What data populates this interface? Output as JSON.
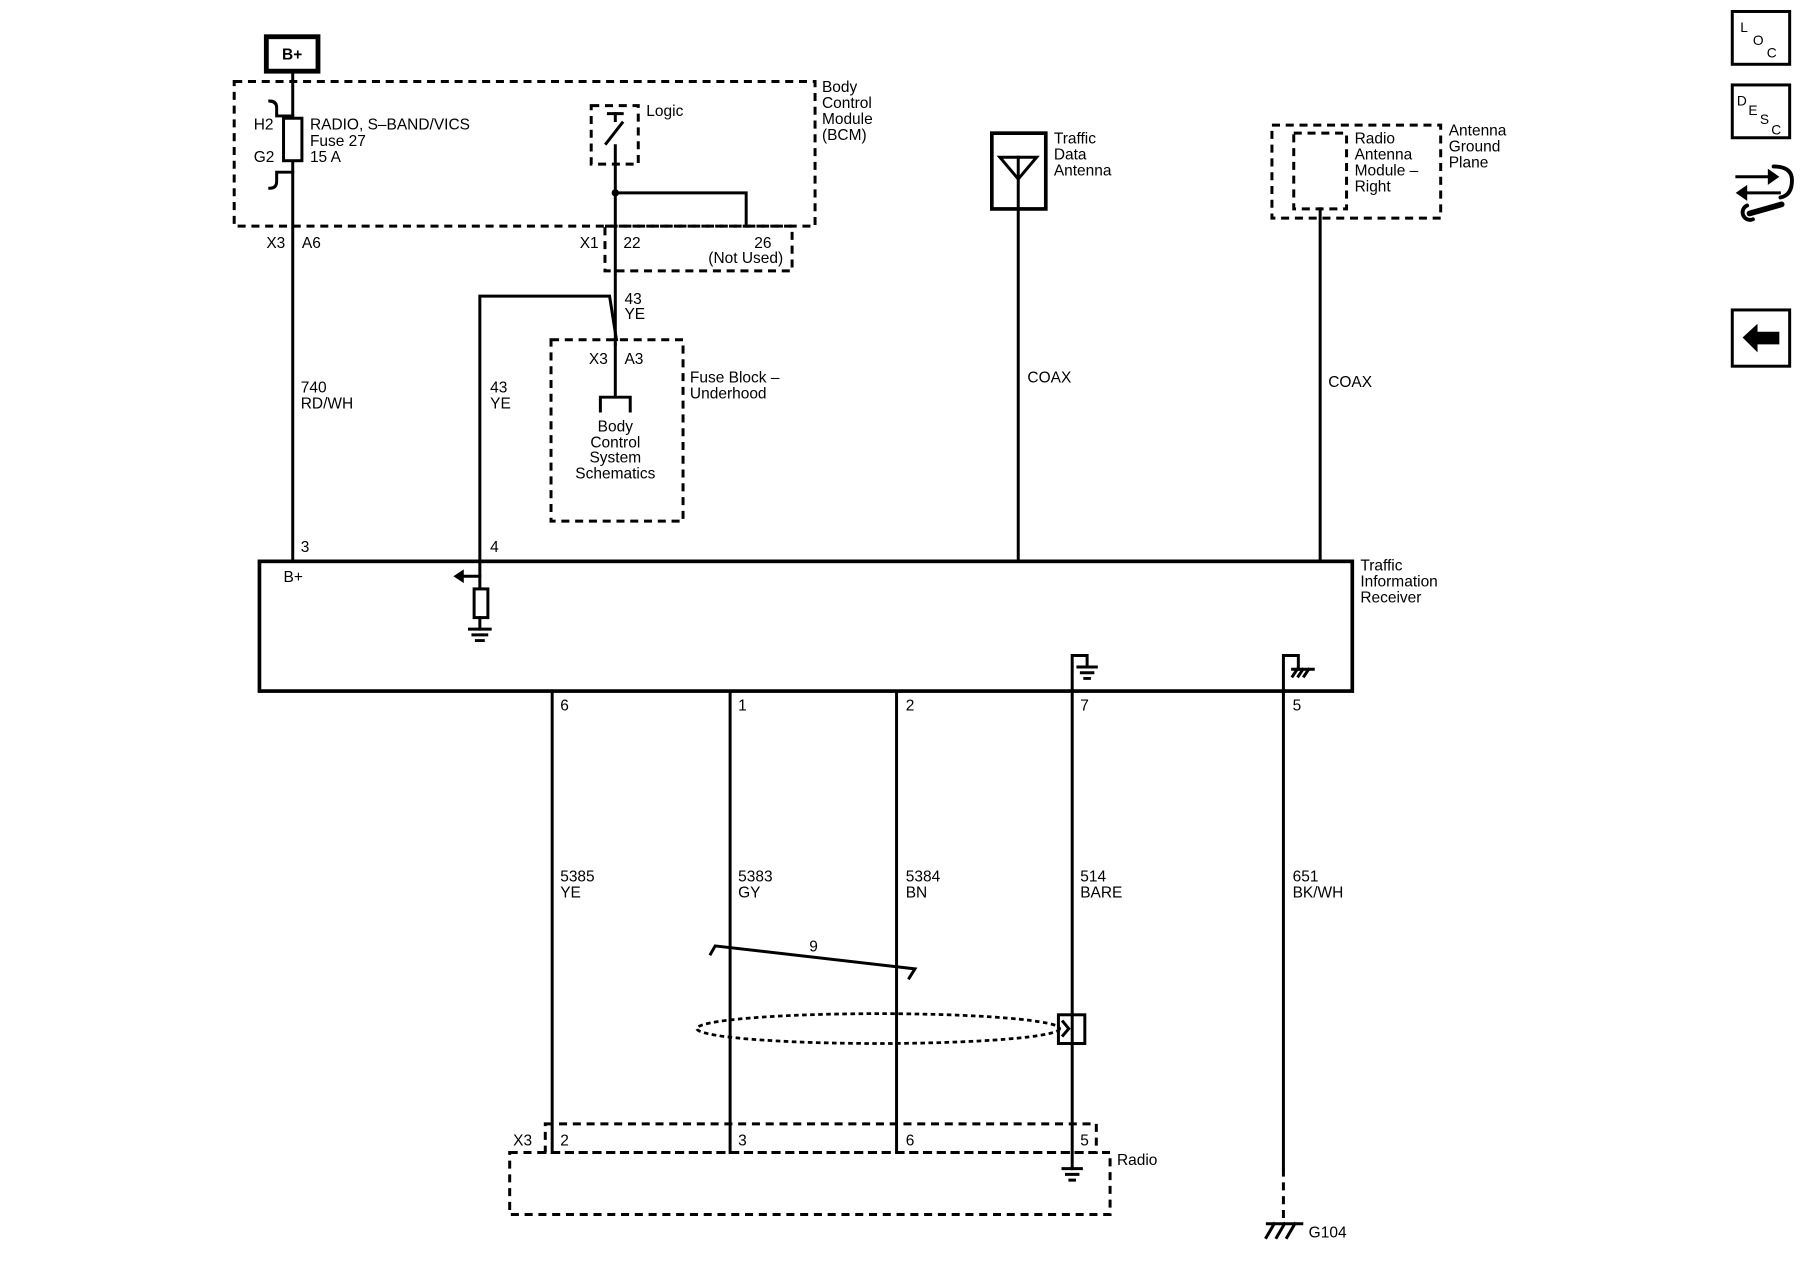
{
  "colors": {
    "ink": "#000000",
    "paper": "#ffffff"
  },
  "sidebar": {
    "loc_button": {
      "letters": [
        "L",
        "O",
        "C"
      ]
    },
    "desc_button": {
      "letters": [
        "D",
        "E",
        "S",
        "C"
      ]
    },
    "connector_button": {
      "icon": "connector-wrench-icon"
    },
    "back_button": {
      "icon": "back-arrow-icon"
    }
  },
  "diagram": {
    "power_source": "B+",
    "bcm": {
      "label": [
        "Body",
        "Control",
        "Module",
        "(BCM)"
      ],
      "fuse_in_connector": "H2",
      "fuse_out_connector": "G2",
      "fuse_label": [
        "RADIO, S–BAND/VICS",
        "Fuse 27",
        "15 A"
      ],
      "logic_label": "Logic",
      "output_connector": "X3",
      "output_pin": "A6",
      "logic_connector": "X1",
      "logic_pin": "22",
      "unused_pin": "26",
      "unused_note": "(Not Used)"
    },
    "wires": {
      "power": {
        "circuit": "740",
        "color": "RD/WH"
      },
      "logic_feed": {
        "circuit": "43",
        "color": "YE"
      },
      "receiver_feed": {
        "circuit": "43",
        "color": "YE"
      }
    },
    "fuse_block": {
      "connector": "X3",
      "pin": "A3",
      "label": [
        "Fuse Block –",
        "Underhood"
      ],
      "reference": [
        "Body",
        "Control",
        "System",
        "Schematics"
      ]
    },
    "traffic_antenna": {
      "label": [
        "Traffic",
        "Data",
        "Antenna"
      ],
      "cable": "COAX"
    },
    "radio_antenna_module": {
      "label": [
        "Radio",
        "Antenna",
        "Module –",
        "Right"
      ],
      "ground_plane_label": [
        "Antenna",
        "Ground",
        "Plane"
      ],
      "cable": "COAX"
    },
    "receiver": {
      "label": [
        "Traffic",
        "Information",
        "Receiver"
      ],
      "internal_label": "B+",
      "top_pins": [
        "3",
        "4"
      ],
      "bottom_pins": [
        "6",
        "1",
        "2",
        "7",
        "5"
      ]
    },
    "bottom_wires": [
      {
        "circuit": "5385",
        "color": "YE"
      },
      {
        "circuit": "5383",
        "color": "GY"
      },
      {
        "circuit": "5384",
        "color": "BN"
      },
      {
        "circuit": "514",
        "color": "BARE"
      },
      {
        "circuit": "651",
        "color": "BK/WH"
      }
    ],
    "twisted_pair_label": "9",
    "radio": {
      "connector": "X3",
      "pins": [
        "2",
        "3",
        "6",
        "5"
      ],
      "label": "Radio"
    },
    "ground": "G104"
  }
}
